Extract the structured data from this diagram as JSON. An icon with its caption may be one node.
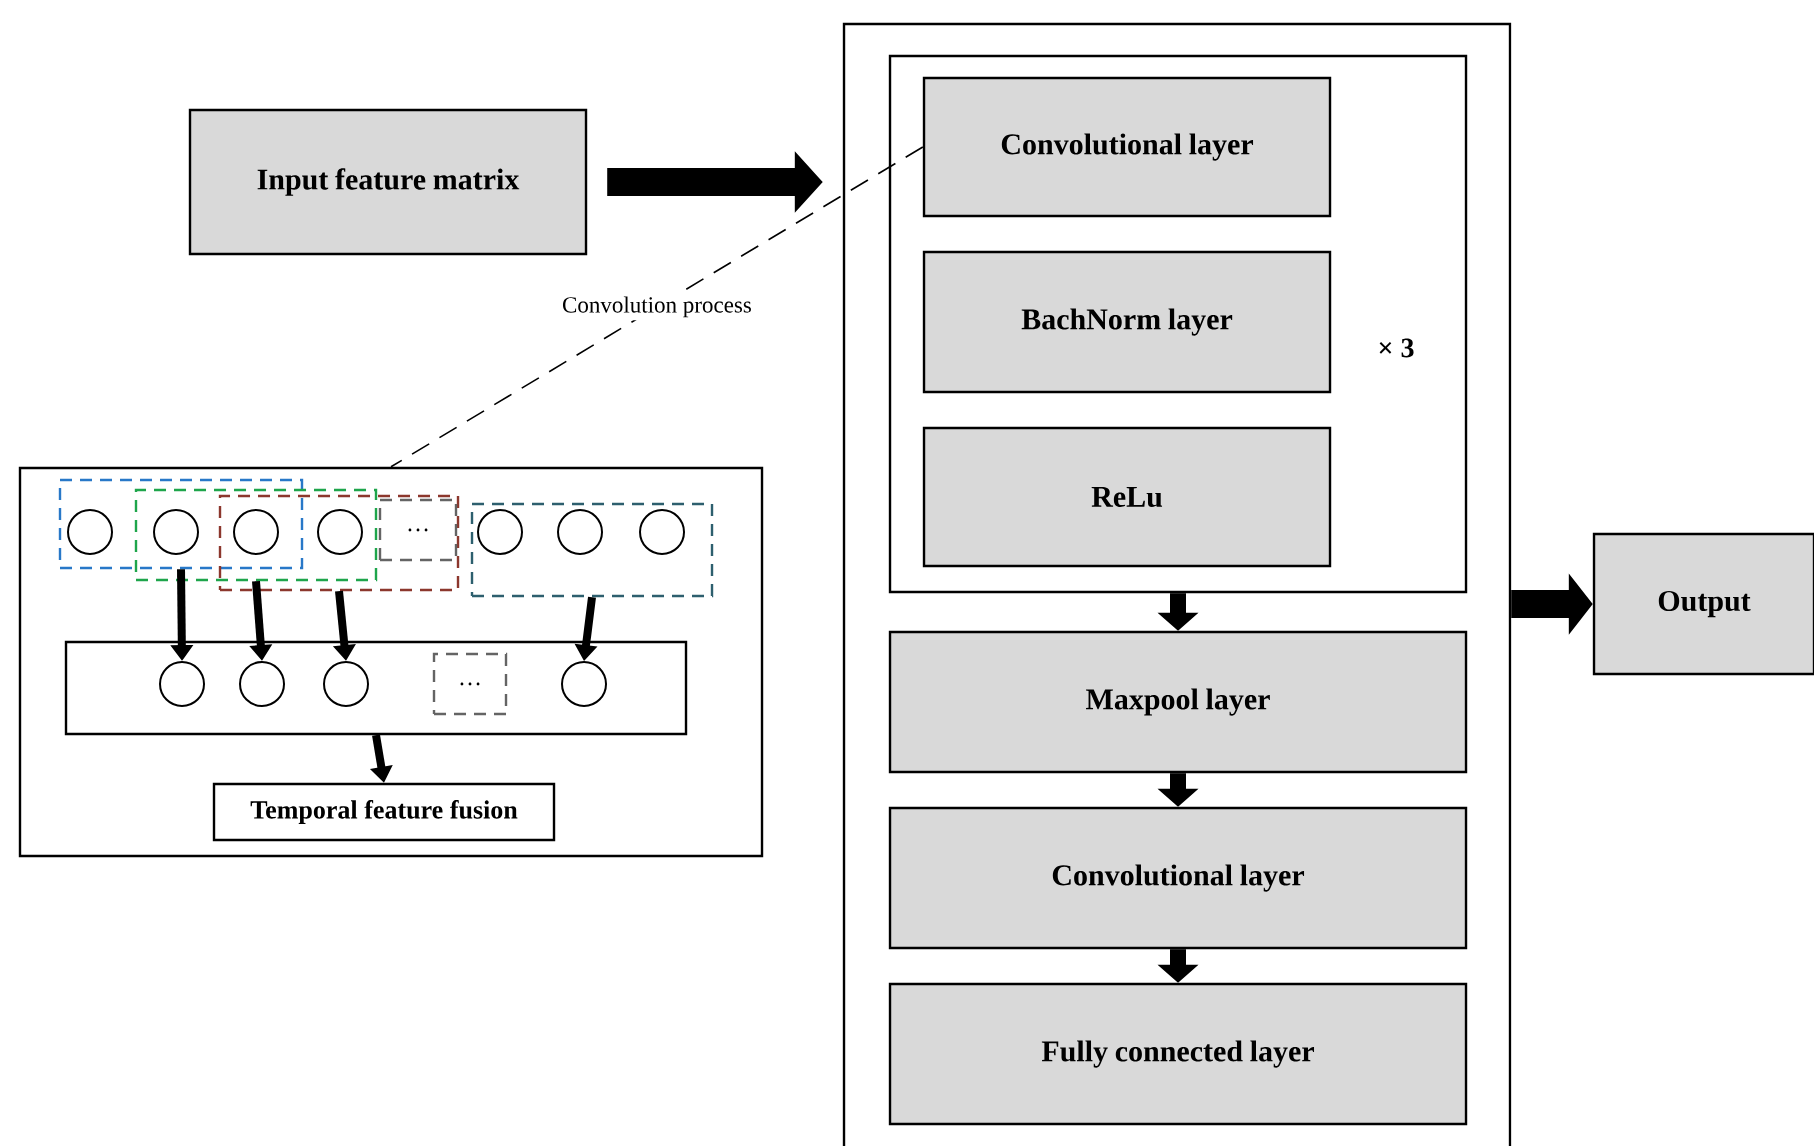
{
  "diagram": {
    "nodes": [
      {
        "text": [
          "Input feature matrix"
        ]
      },
      {
        "text": [],
        "shape": "box"
      },
      {
        "text": [],
        "shape": "box",
        "in": 1
      },
      {
        "text": [
          "Convolutional layer"
        ],
        "in": 2
      },
      {
        "text": [
          "BachNorm layer"
        ],
        "in": 2
      },
      {
        "text": [
          "ReLu"
        ],
        "in": 2
      },
      {
        "text": [
          "Maxpool layer"
        ],
        "in": 1
      },
      {
        "text": [
          "Convolutional layer"
        ],
        "in": 1
      },
      {
        "text": [
          "Fully connected layer"
        ],
        "in": 1
      },
      {
        "text": [
          "Output"
        ]
      },
      {
        "text": [],
        "shape": "box"
      },
      {
        "text": [],
        "shape": "box",
        "in": 10
      },
      {
        "text": [],
        "shape": "box",
        "in": 10
      },
      {
        "text": [],
        "shape": "box",
        "in": 10
      },
      {
        "text": [],
        "shape": "box",
        "in": 10
      },
      {
        "text": [],
        "shape": "circle",
        "in": 11
      },
      {
        "text": [],
        "shape": "circle"
      },
      {
        "text": [],
        "shape": "circle"
      },
      {
        "text": [],
        "shape": "circle"
      },
      {
        "text": [
          "…"
        ],
        "in": 13
      },
      {
        "text": [],
        "shape": "circle",
        "in": 14
      },
      {
        "text": [],
        "shape": "circle",
        "in": 14
      },
      {
        "text": [],
        "shape": "circle",
        "in": 14
      },
      {
        "text": [],
        "shape": "box",
        "in": 10
      },
      {
        "text": [],
        "shape": "circle",
        "in": 23
      },
      {
        "text": [],
        "shape": "circle",
        "in": 23
      },
      {
        "text": [],
        "shape": "circle",
        "in": 23
      },
      {
        "text": [
          "…"
        ],
        "in": 23
      },
      {
        "text": [],
        "shape": "circle",
        "in": 23
      },
      {
        "text": [
          "Temporal feature fusion"
        ],
        "in": 10
      }
    ],
    "edges": [
      {
        "from": 0,
        "to": 1,
        "arrow": "to",
        "style": "thick"
      },
      {
        "from": 2,
        "to": 6,
        "arrow": "to",
        "style": "thick"
      },
      {
        "from": 6,
        "to": 7,
        "arrow": "to",
        "style": "thick"
      },
      {
        "from": 7,
        "to": 8,
        "arrow": "to",
        "style": "thick"
      },
      {
        "from": 1,
        "to": 9,
        "arrow": "to",
        "style": "thick"
      },
      {
        "from": 11,
        "to": 24,
        "arrow": "to"
      },
      {
        "from": 12,
        "to": 25,
        "arrow": "to"
      },
      {
        "from": 13,
        "to": 26,
        "arrow": "to"
      },
      {
        "from": 14,
        "to": 28,
        "arrow": "to"
      },
      {
        "from": 23,
        "to": 29,
        "arrow": "to"
      },
      {
        "from": 3,
        "to": 10,
        "arrow": "none",
        "style": "dashed",
        "label": "Convolution process"
      }
    ],
    "labels": [
      "× 3"
    ]
  }
}
